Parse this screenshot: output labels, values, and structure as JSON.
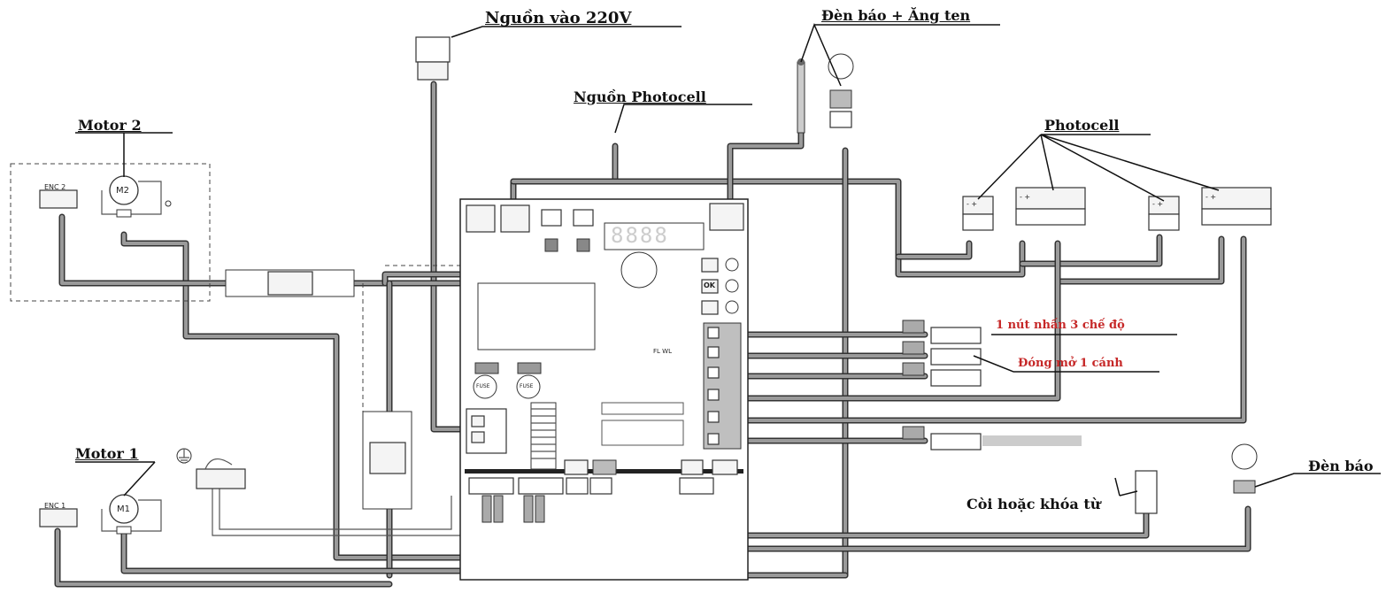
{
  "labels": {
    "power_in": "Nguồn vào 220V",
    "lamp_antenna": "Đèn báo + Ăng ten",
    "photocell_power": "Nguồn Photocell",
    "photocell": "Photocell",
    "motor2": "Motor 2",
    "motor1": "Motor 1",
    "button_3_modes": "1 nút nhấn 3 chế độ",
    "open_close_1_leaf": "Đóng mở 1 cánh",
    "siren_lock": "Còi hoặc khóa từ",
    "lamp": "Đèn báo"
  },
  "components": {
    "enc2": "ENC 2",
    "enc1": "ENC 1",
    "m2": "M2",
    "m1": "M1",
    "fuse": "FUSE",
    "ok": "OK",
    "fl_wl": "FL WL",
    "display": "8888",
    "minus_plus": "- +"
  },
  "colors": {
    "wire": "#808080",
    "wire_edge": "#333333",
    "red_text": "#c62828",
    "component_fill": "#f2f2f2"
  }
}
